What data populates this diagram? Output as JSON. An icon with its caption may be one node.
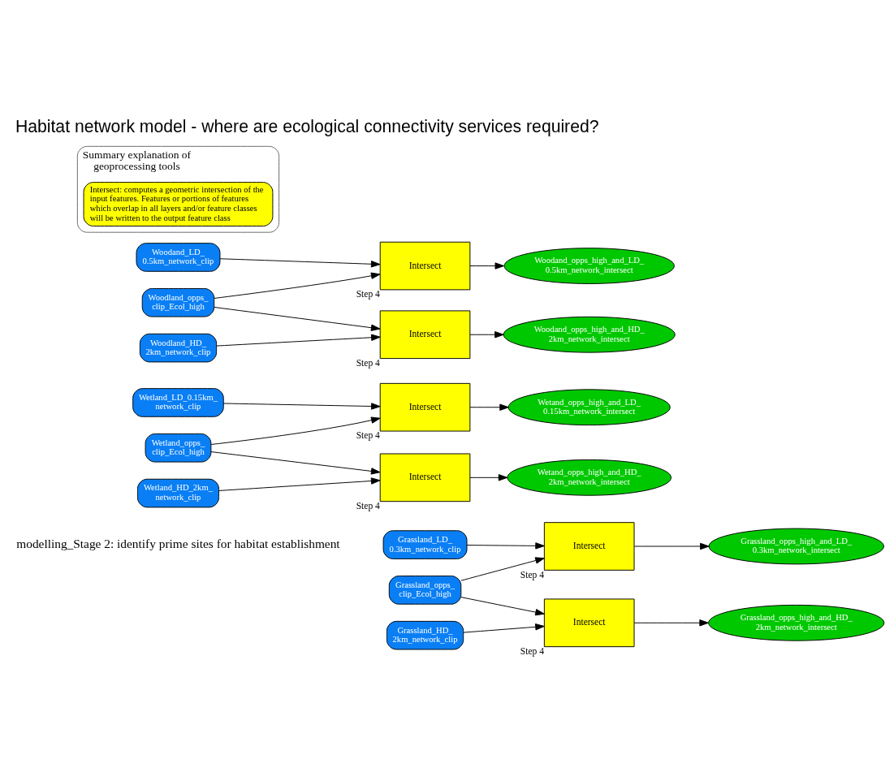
{
  "diagram": {
    "title": "Habitat network model - where are ecological connectivity services required?",
    "nodes": [
      {
        "text": [
          "Grassland_LD_ 0.3km_network_clip"
        ]
      },
      {
        "text": [
          "Grassland_opps_ clip_Ecol_high"
        ]
      },
      {
        "text": [
          "Grassland_HD_ 2km_network_clip"
        ]
      },
      {
        "text": [
          "Intersect"
        ],
        "beside": [
          "Step 4"
        ]
      },
      {
        "text": [
          "Intersect"
        ],
        "beside": [
          "Step 4"
        ]
      },
      {
        "text": [
          "Grassland_opps_high_and_LD_ 0.3km_network_intersect"
        ]
      },
      {
        "text": [
          "Grassland_opps_high_and_HD_ 2km_network_intersect"
        ]
      },
      {
        "text": [
          "Wetland_LD_0.15km_ network_clip"
        ]
      },
      {
        "text": [
          "Wetland_opps_ clip_Ecol_high"
        ]
      },
      {
        "text": [
          "Wetland_HD_2km_ network_clip"
        ]
      },
      {
        "text": [
          "Intersect"
        ],
        "beside": [
          "Step 4"
        ]
      },
      {
        "text": [
          "Intersect"
        ],
        "beside": [
          "Step 4"
        ]
      },
      {
        "text": [
          "Wetand_opps_high_and_LD_ 0.15km_network_intersect"
        ]
      },
      {
        "text": [
          "Wetand_opps_high_and_HD_ 2km_network_intersect"
        ]
      },
      {
        "text": [
          "Woodand_LD_ 0.5km_network_clip"
        ]
      },
      {
        "text": [
          "Woodland_opps_ clip_Ecol_high"
        ]
      },
      {
        "text": [
          "Woodland_HD_ 2km_network_clip"
        ]
      },
      {
        "text": [
          "Intersect"
        ],
        "beside": [
          "Step 4"
        ]
      },
      {
        "text": [
          "Intersect"
        ],
        "beside": [
          "Step 4"
        ]
      },
      {
        "text": [
          "Woodand_opps_high_and_LD_ 0.5km_network_intersect"
        ]
      },
      {
        "text": [
          "Woodand_opps_high_and_HD_ 2km_network_intersect"
        ]
      },
      {
        "text": [
          "Summary explanation of geoprocessing tools"
        ]
      },
      {
        "text": [
          "Intersect: computes a geometric intersection of the input features. Features or portions of features which overlap in all layers and/or feature classes will be written to the output feature class"
        ],
        "in": 21
      }
    ],
    "edges": [
      {
        "from": 0,
        "to": 3,
        "arrow": "to"
      },
      {
        "from": 1,
        "to": 3,
        "arrow": "to"
      },
      {
        "from": 1,
        "to": 4,
        "arrow": "to"
      },
      {
        "from": 2,
        "to": 4,
        "arrow": "to"
      },
      {
        "from": 3,
        "to": 5,
        "arrow": "to"
      },
      {
        "from": 4,
        "to": 6,
        "arrow": "to"
      },
      {
        "from": 7,
        "to": 10,
        "arrow": "to"
      },
      {
        "from": 8,
        "to": 10,
        "arrow": "to"
      },
      {
        "from": 8,
        "to": 11,
        "arrow": "to"
      },
      {
        "from": 9,
        "to": 11,
        "arrow": "to"
      },
      {
        "from": 10,
        "to": 12,
        "arrow": "to"
      },
      {
        "from": 11,
        "to": 13,
        "arrow": "to"
      },
      {
        "from": 14,
        "to": 17,
        "arrow": "to"
      },
      {
        "from": 15,
        "to": 17,
        "arrow": "to"
      },
      {
        "from": 15,
        "to": 18,
        "arrow": "to"
      },
      {
        "from": 16,
        "to": 18,
        "arrow": "to"
      },
      {
        "from": 17,
        "to": 19,
        "arrow": "to"
      },
      {
        "from": 18,
        "to": 20,
        "arrow": "to"
      }
    ],
    "labels": [
      "modelling_Stage 2: identify prime sites for habitat establishment"
    ]
  }
}
